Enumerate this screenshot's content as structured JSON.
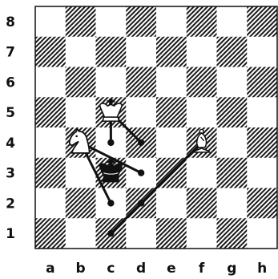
{
  "board": {
    "files": [
      "a",
      "b",
      "c",
      "d",
      "e",
      "f",
      "g",
      "h"
    ],
    "ranks": [
      "8",
      "7",
      "6",
      "5",
      "4",
      "3",
      "2",
      "1"
    ],
    "light_square_color": "#ffffff",
    "dark_square_color": "hatched-black",
    "pieces": [
      {
        "square": "c5",
        "piece": "white-king",
        "icon": "white-king-icon"
      },
      {
        "square": "b4",
        "piece": "white-knight",
        "icon": "white-knight-icon"
      },
      {
        "square": "f4",
        "piece": "white-bishop",
        "icon": "white-bishop-icon"
      },
      {
        "square": "c3",
        "piece": "black-king",
        "icon": "black-king-icon"
      }
    ],
    "move_lines": [
      {
        "from": "c5",
        "to": "c4"
      },
      {
        "from": "c5",
        "to": "d4"
      },
      {
        "from": "b4",
        "to": "c2"
      },
      {
        "from": "b4",
        "to": "d3"
      },
      {
        "from": "f4",
        "to": "c1"
      }
    ],
    "target_dots": [
      "c4",
      "d4",
      "c2",
      "d3",
      "c1",
      "d2"
    ]
  }
}
